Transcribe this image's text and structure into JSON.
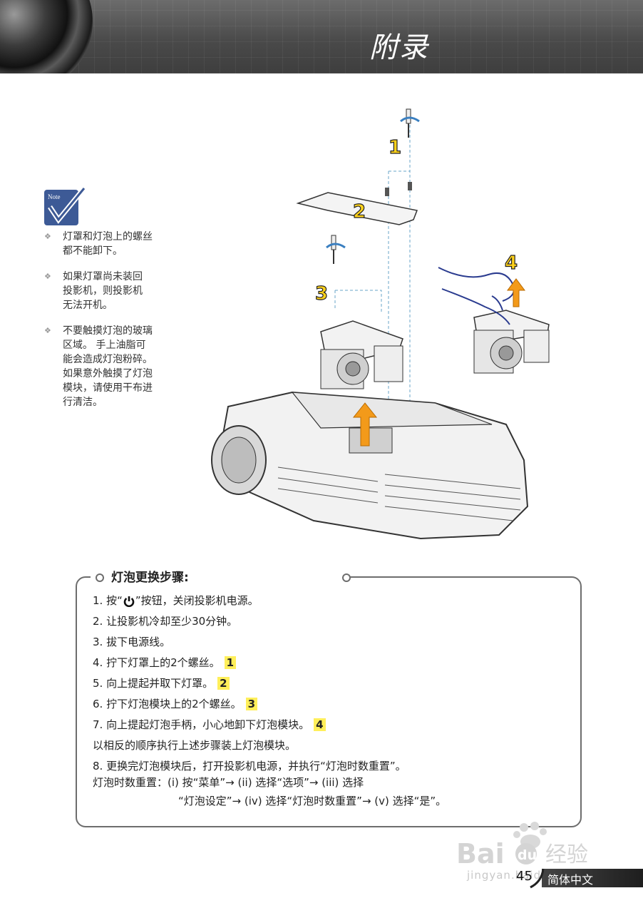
{
  "header": {
    "title": "附录"
  },
  "note": {
    "icon_label": "Note",
    "items": [
      "灯罩和灯泡上的螺丝\n都不能卸下。",
      "如果灯罩尚未装回\n投影机，则投影机\n无法开机。",
      "不要触摸灯泡的玻璃\n区域。 手上油脂可\n能会造成灯泡粉碎。\n如果意外触摸了灯泡\n模块，请使用干布进\n行清洁。"
    ]
  },
  "diagram": {
    "labels": [
      "1",
      "2",
      "3",
      "4"
    ]
  },
  "steps": {
    "title": "灯泡更换步骤:",
    "step1_pre": "1.  按“",
    "step1_post": "”按钮，关闭投影机电源。",
    "step2": "2.  让投影机冷却至少30分钟。",
    "step3": "3.  拔下电源线。",
    "step4": "4.  拧下灯罩上的2个螺丝。",
    "step4_badge": "1",
    "step5": "5.  向上提起并取下灯罩。",
    "step5_badge": "2",
    "step6": "6.  拧下灯泡模块上的2个螺丝。",
    "step6_badge": "3",
    "step7": "7.  向上提起灯泡手柄，小心地卸下灯泡模块。",
    "step7_badge": "4",
    "reverse": "以相反的顺序执行上述步骤装上灯泡模块。",
    "step8": "8.   更换完灯泡模块后，打开投影机电源，并执行“灯泡时数重置”。",
    "reset_line1": "灯泡时数重置：(i) 按“菜单”→ (ii) 选择“选项”→ (iii) 选择",
    "reset_line2": "“灯泡设定”→ (iv) 选择“灯泡时数重置”→ (v) 选择“是”。"
  },
  "footer": {
    "page_number": "45",
    "language": "简体中文"
  },
  "watermark": {
    "brand": "Baidu经验",
    "url": "jingyan.baidu.com"
  }
}
